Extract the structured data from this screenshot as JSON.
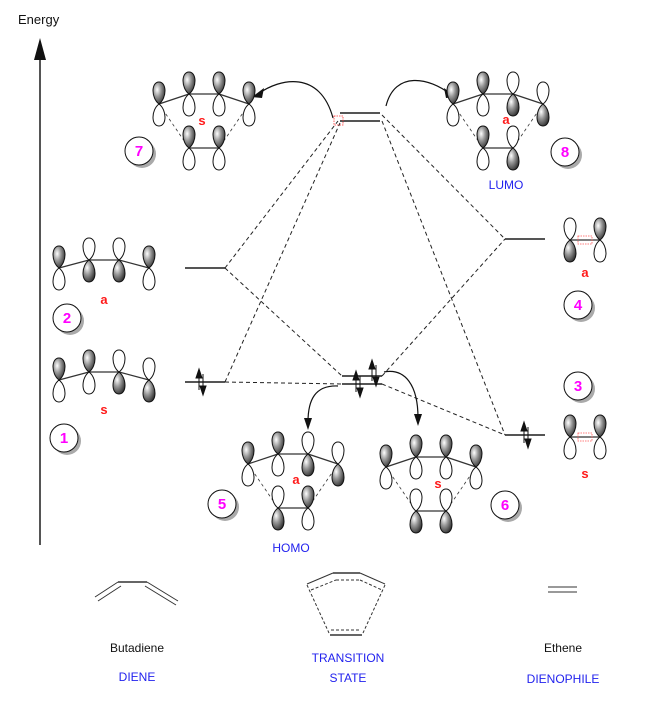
{
  "axis": {
    "label": "Energy"
  },
  "colors": {
    "symmetry": "#ff1a1a",
    "number": "#ff00ff",
    "role": "#2222ee",
    "lines": "#555555"
  },
  "orbitals": {
    "o1": {
      "number": "1",
      "symmetry": "s",
      "occupied": true
    },
    "o2": {
      "number": "2",
      "symmetry": "a",
      "occupied": false
    },
    "o3": {
      "number": "3",
      "symmetry": "s",
      "occupied": true
    },
    "o4": {
      "number": "4",
      "symmetry": "a",
      "occupied": false
    },
    "o5": {
      "number": "5",
      "symmetry": "a",
      "role": "HOMO"
    },
    "o6": {
      "number": "6",
      "symmetry": "s"
    },
    "o7": {
      "number": "7",
      "symmetry": "s"
    },
    "o8": {
      "number": "8",
      "symmetry": "a",
      "role": "LUMO"
    }
  },
  "molecules": {
    "diene": {
      "name": "Butadiene",
      "role": "DIENE"
    },
    "ts": {
      "role_line1": "TRANSITION",
      "role_line2": "STATE"
    },
    "dienophile": {
      "name": "Ethene",
      "role": "DIENOPHILE"
    }
  }
}
